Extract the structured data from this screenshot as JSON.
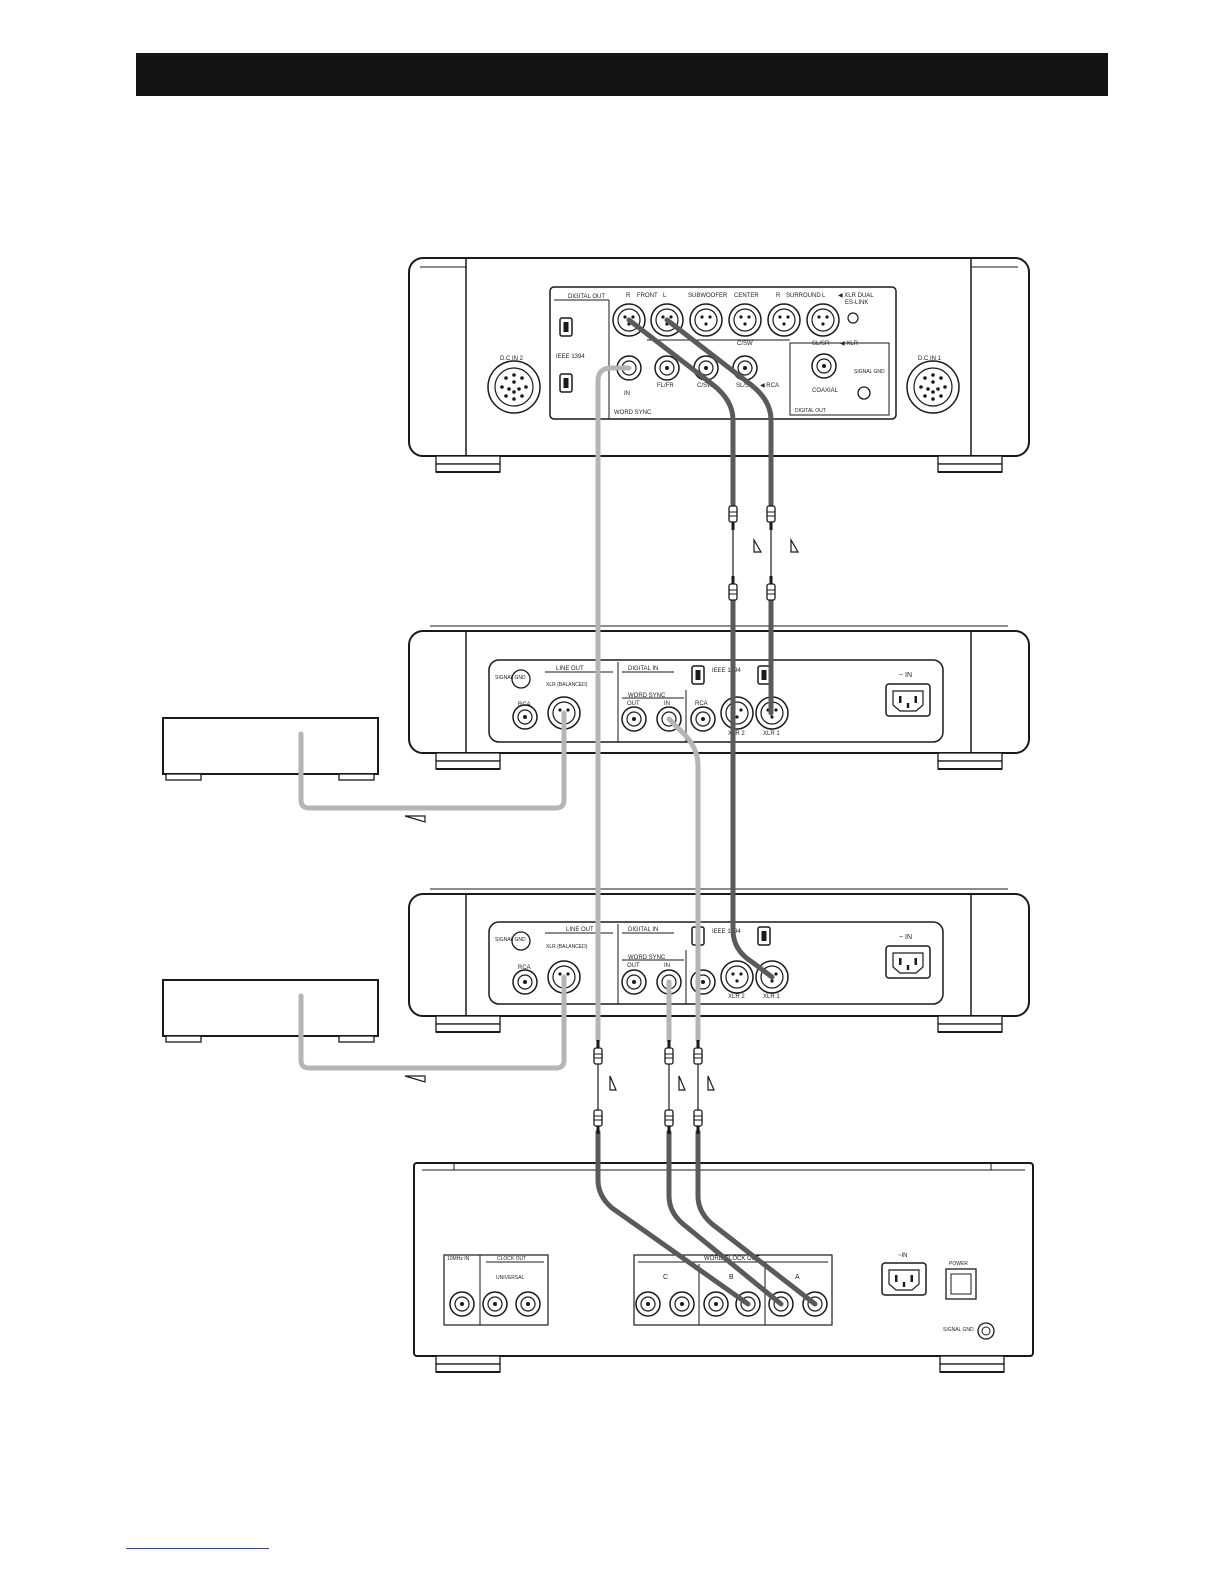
{
  "colors": {
    "cable_dark": "#5a5a5a",
    "cable_light": "#b5b5b5",
    "outline": "#1a1a1a",
    "panel_fill": "#ffffff",
    "bar": "#141414",
    "footer_rule": "#2a3fd4"
  },
  "transport": {
    "digital_out": "DIGITAL OUT",
    "front": "FRONT",
    "front_r": "R",
    "front_l": "L",
    "subwoofer": "SUBWOOFER",
    "center": "CENTER",
    "surround": "SURROUND",
    "surround_r": "R",
    "surround_l": "L",
    "xlr_dual": "◀ XLR DUAL",
    "es_link": "ES-LINK",
    "ieee": "IEEE 1394",
    "in": "IN",
    "word_sync": "WORD SYNC",
    "fl_fr": "FL/FR",
    "c_sw_top": "C/SW",
    "c_sw_bottom": "C/SW",
    "sl_sr_top": "SL/SR",
    "sl_sr_bottom": "SL/SR",
    "xlr_marker": "◀ XLR",
    "rca_marker": "◀ RCA",
    "coaxial": "COAXIAL",
    "signal_gnd": "SIGNAL GND",
    "digital_out_bottom": "DIGITAL OUT",
    "dc_in_2": "D.C IN 2",
    "dc_in_1": "D.C IN 1"
  },
  "dac": {
    "signal_gnd": "SIGNAL GND",
    "line_out": "LINE OUT",
    "xlr_balanced": "XLR (BALANCED)",
    "rca": "RCA",
    "digital_in": "DIGITAL IN",
    "ieee": "IEEE 1394",
    "word_sync": "WORD SYNC",
    "out": "OUT",
    "in": "IN",
    "rca_in": "RCA",
    "xlr_2": "XLR 2",
    "xlr_1": "XLR 1",
    "ac_in": "~ IN"
  },
  "dac2": {
    "signal_gnd": "SIGNAL GND",
    "line_out": "LINE OUT",
    "xlr_balanced": "XLR (BALANCED)",
    "rca": "RCA",
    "digital_in": "DIGITAL IN",
    "ieee": "IEEE 1394",
    "word_sync": "WORD SYNC",
    "out": "OUT",
    "in": "IN",
    "xlr_2": "XLR 2",
    "xlr_1": "XLR 1",
    "ac_in": "~ IN"
  },
  "clock": {
    "ten_mhz_in": "10MHz IN",
    "clock_out_left": "CLOCK OUT",
    "universal": "UNIVERSAL",
    "word_clock_out": "WORD CLOCK OUT",
    "group_c": "C",
    "group_b": "B",
    "group_a": "A",
    "ac_in": "~IN",
    "power": "POWER",
    "signal_gnd": "SIGNAL GND"
  }
}
